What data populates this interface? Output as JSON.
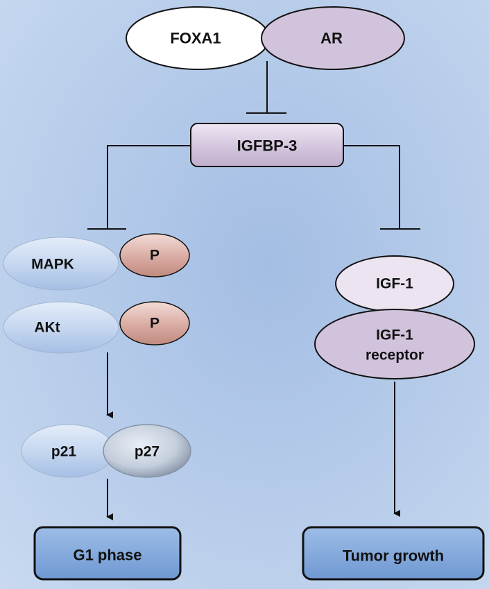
{
  "nodes": {
    "foxa1": "FOXA1",
    "ar": "AR",
    "igfbp3": "IGFBP-3",
    "mapk": "MAPK",
    "mapk_p": "P",
    "akt": "AKt",
    "akt_p": "P",
    "p21": "p21",
    "p27": "p27",
    "igf1": "IGF-1",
    "igf1_receptor_line1": "IGF-1",
    "igf1_receptor_line2": "receptor",
    "g1_phase": "G1 phase",
    "tumor_growth": "Tumor growth"
  },
  "edges": [
    {
      "from": "AR",
      "to": "IGFBP-3",
      "type": "inhibition"
    },
    {
      "from": "IGFBP-3",
      "to": "MAPK",
      "type": "inhibition"
    },
    {
      "from": "IGFBP-3",
      "to": "IGF-1",
      "type": "inhibition"
    },
    {
      "from": "AKt",
      "to": "p21/p27",
      "type": "activation"
    },
    {
      "from": "p21/p27",
      "to": "G1 phase",
      "type": "activation"
    },
    {
      "from": "IGF-1 receptor",
      "to": "Tumor growth",
      "type": "activation"
    }
  ],
  "colors": {
    "white_node": "#ffffff",
    "lavender_node": "#d2c3dc",
    "blue_node": "#c6d7ef",
    "phospho_node": "#dcb0a8",
    "outcome_box": "#7ea6da",
    "line": "#111111"
  }
}
